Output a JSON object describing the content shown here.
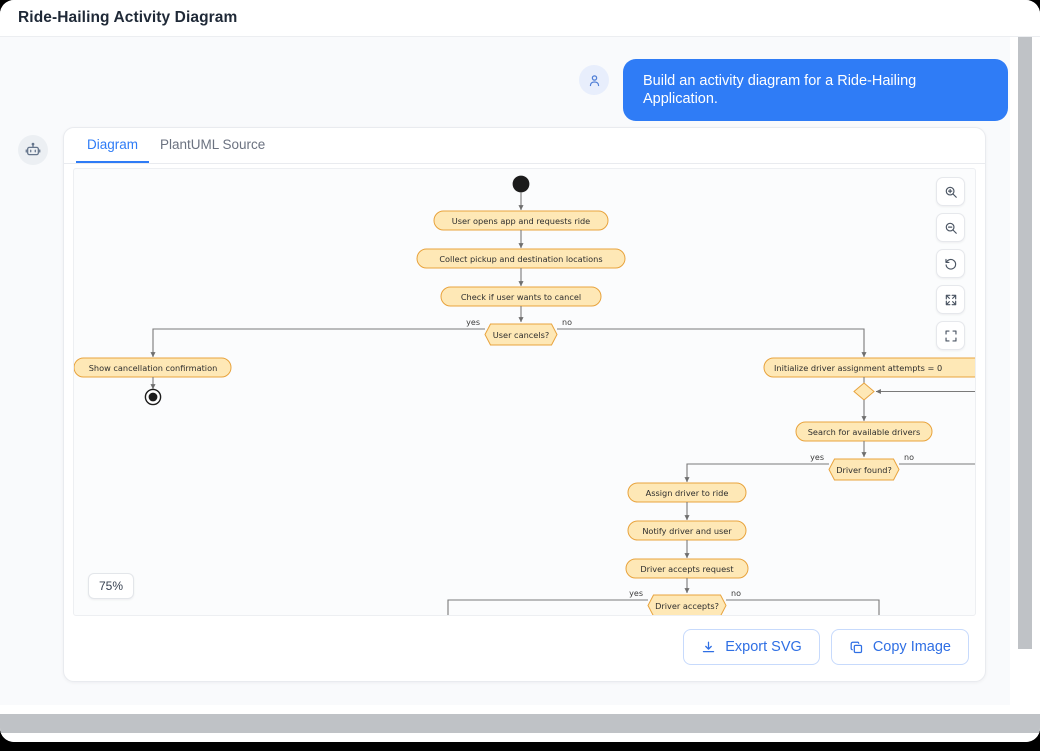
{
  "window": {
    "title": "Ride-Hailing Activity Diagram"
  },
  "chat": {
    "user_avatar_icon": "user-icon",
    "user_message": "Build an activity diagram for a Ride-Hailing Application.",
    "bot_avatar_icon": "robot-icon"
  },
  "card": {
    "tabs": [
      {
        "label": "Diagram",
        "active": true
      },
      {
        "label": "PlantUML Source",
        "active": false
      }
    ],
    "toolbar": [
      {
        "name": "zoom-in-icon",
        "title": "Zoom in"
      },
      {
        "name": "zoom-out-icon",
        "title": "Zoom out"
      },
      {
        "name": "reset-rotate-icon",
        "title": "Reset"
      },
      {
        "name": "fit-screen-icon",
        "title": "Fit to screen"
      },
      {
        "name": "fullscreen-icon",
        "title": "Fullscreen"
      }
    ],
    "zoom_level": "75%",
    "actions": [
      {
        "label": "Export SVG",
        "icon": "download-icon"
      },
      {
        "label": "Copy Image",
        "icon": "copy-icon"
      }
    ]
  },
  "colors": {
    "accent": "#2f7cf6",
    "bubble": "#2f7cf6",
    "node_fill": "#fee8b6",
    "node_stroke": "#e8a33d",
    "edge": "#7a7a7a",
    "canvas_bg": "#fbfcfd",
    "scrollbar": "#bfc2c6"
  },
  "diagram": {
    "type": "uml-activity-diagram",
    "nodes": [
      {
        "id": "start",
        "kind": "start-node",
        "label": ""
      },
      {
        "id": "a1",
        "kind": "action",
        "label": "User opens app and requests ride"
      },
      {
        "id": "a2",
        "kind": "action",
        "label": "Collect pickup and destination locations"
      },
      {
        "id": "a3",
        "kind": "action",
        "label": "Check if user wants to cancel"
      },
      {
        "id": "d1",
        "kind": "decision",
        "label": "User cancels?"
      },
      {
        "id": "a4",
        "kind": "action",
        "label": "Show cancellation confirmation"
      },
      {
        "id": "end1",
        "kind": "end-node",
        "label": ""
      },
      {
        "id": "a5",
        "kind": "action",
        "label": "Initialize driver assignment attempts = 0"
      },
      {
        "id": "m1",
        "kind": "merge",
        "label": ""
      },
      {
        "id": "a6",
        "kind": "action",
        "label": "Search for available drivers"
      },
      {
        "id": "d2",
        "kind": "decision",
        "label": "Driver found?"
      },
      {
        "id": "a7",
        "kind": "action",
        "label": "Assign driver to ride"
      },
      {
        "id": "a8",
        "kind": "action",
        "label": "Notify driver and user"
      },
      {
        "id": "a9",
        "kind": "action",
        "label": "Driver accepts request"
      },
      {
        "id": "d3",
        "kind": "decision",
        "label": "Driver accepts?"
      }
    ],
    "guards": {
      "yes": "yes",
      "no": "no"
    },
    "edges": [
      {
        "from": "start",
        "to": "a1",
        "guard": ""
      },
      {
        "from": "a1",
        "to": "a2",
        "guard": ""
      },
      {
        "from": "a2",
        "to": "a3",
        "guard": ""
      },
      {
        "from": "a3",
        "to": "d1",
        "guard": ""
      },
      {
        "from": "d1",
        "to": "a4",
        "guard": "yes"
      },
      {
        "from": "d1",
        "to": "a5",
        "guard": "no"
      },
      {
        "from": "a4",
        "to": "end1",
        "guard": ""
      },
      {
        "from": "a5",
        "to": "m1",
        "guard": ""
      },
      {
        "from": "m1",
        "to": "a6",
        "guard": ""
      },
      {
        "from": "a6",
        "to": "d2",
        "guard": ""
      },
      {
        "from": "d2",
        "to": "a7",
        "guard": "yes"
      },
      {
        "from": "d2",
        "to": "m1",
        "guard": "no"
      },
      {
        "from": "a7",
        "to": "a8",
        "guard": ""
      },
      {
        "from": "a8",
        "to": "a9",
        "guard": ""
      },
      {
        "from": "a9",
        "to": "d3",
        "guard": ""
      },
      {
        "from": "d3",
        "to": "",
        "guard": "yes"
      },
      {
        "from": "d3",
        "to": "",
        "guard": "no"
      }
    ]
  }
}
